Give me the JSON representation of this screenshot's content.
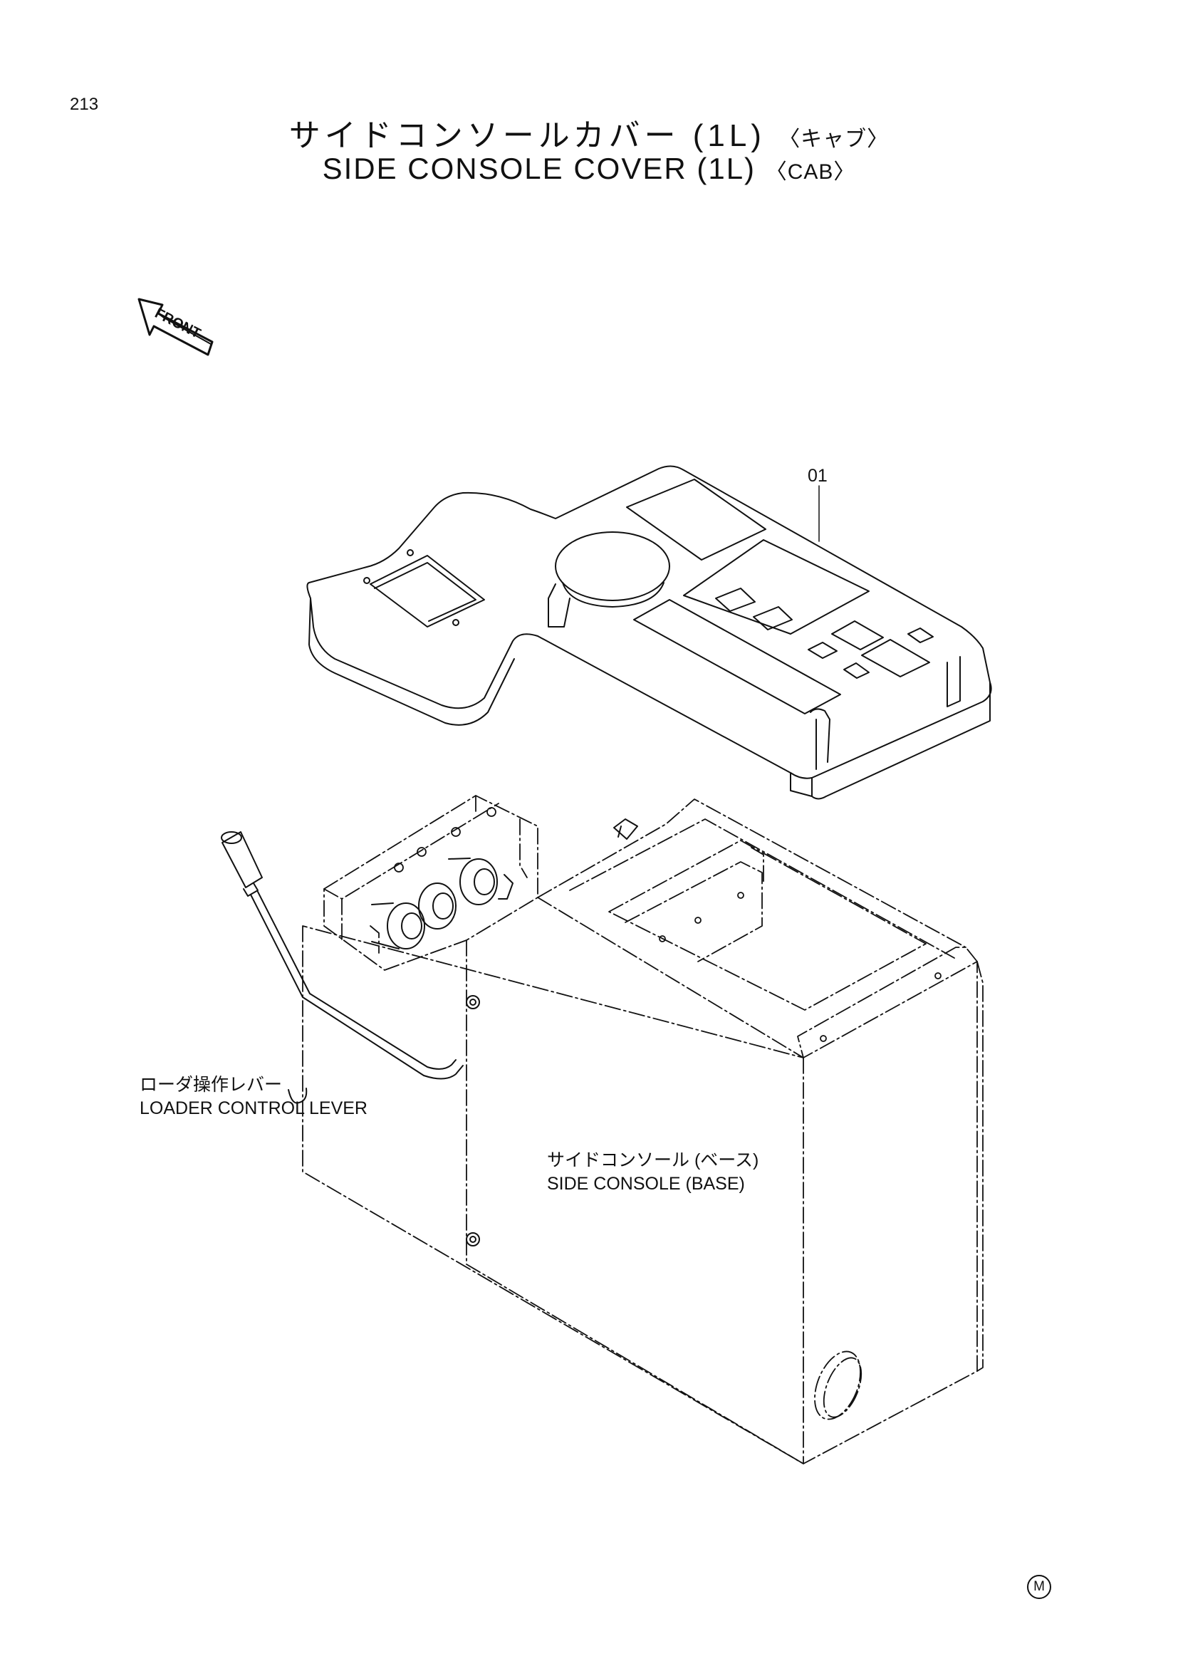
{
  "page": {
    "page_number": "213",
    "title_jp": "サイドコンソールカバー (1L)",
    "title_jp_sub": "〈キャブ〉",
    "title_en": "SIDE CONSOLE COVER (1L)",
    "title_en_sub": "〈CAB〉"
  },
  "direction_arrow": {
    "label": "FRONT"
  },
  "callouts": [
    {
      "id": "part-01",
      "text": "01"
    }
  ],
  "labels": {
    "lever": {
      "jp": "ローダ操作レバー",
      "en": "LOADER CONTROL LEVER"
    },
    "base": {
      "jp": "サイドコンソール (ベース)",
      "en": "SIDE CONSOLE (BASE)"
    }
  },
  "footer": {
    "mark": "M"
  },
  "colors": {
    "ink": "#111111",
    "paper": "#ffffff"
  }
}
